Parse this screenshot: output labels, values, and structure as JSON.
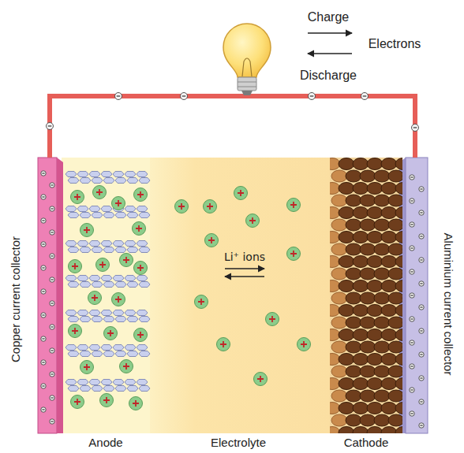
{
  "diagram": {
    "nodes": [
      {
        "text": [
          "Copper current collector"
        ]
      },
      {
        "text": [
          "Anode"
        ]
      },
      {
        "text": [
          "Electrolyte",
          "Li⁺ ions"
        ]
      },
      {
        "text": [
          "Cathode"
        ]
      },
      {
        "text": [
          "Aluminium current collector"
        ]
      }
    ],
    "edges": [
      {
        "from": 0,
        "to": 4,
        "arrow": "none"
      }
    ],
    "labels": [
      "Charge",
      "Electrons",
      "Discharge"
    ]
  }
}
